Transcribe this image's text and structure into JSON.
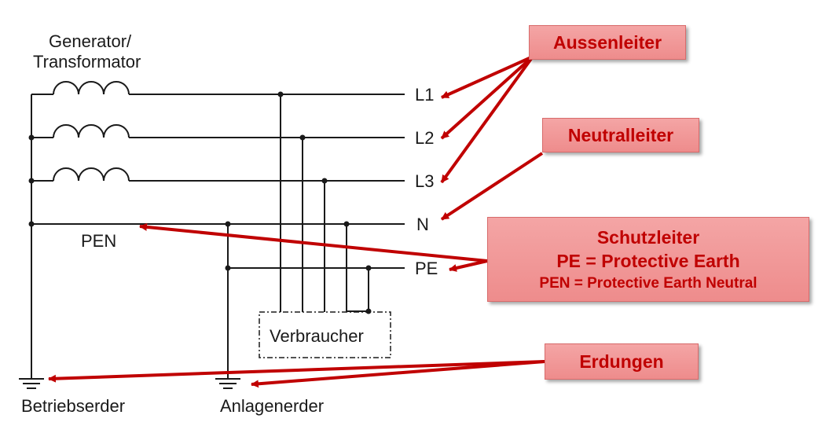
{
  "labels": {
    "generator_line1": "Generator/",
    "generator_line2": "Transformator",
    "l1": "L1",
    "l2": "L2",
    "l3": "L3",
    "n": "N",
    "pe": "PE",
    "pen": "PEN",
    "verbraucher": "Verbraucher",
    "betriebserder": "Betriebserder",
    "anlagenerder": "Anlagenerder"
  },
  "callouts": {
    "aussenleiter": "Aussenleiter",
    "neutralleiter": "Neutralleiter",
    "schutzleiter_title": "Schutzleiter",
    "schutzleiter_pe": "PE = Protective Earth",
    "schutzleiter_pen": "PEN = Protective Earth Neutral",
    "erdungen": "Erdungen"
  },
  "colors": {
    "wire": "#1a1a1a",
    "arrow": "#c00000",
    "callout_fill": "#f19a9a",
    "callout_text": "#c00000"
  }
}
